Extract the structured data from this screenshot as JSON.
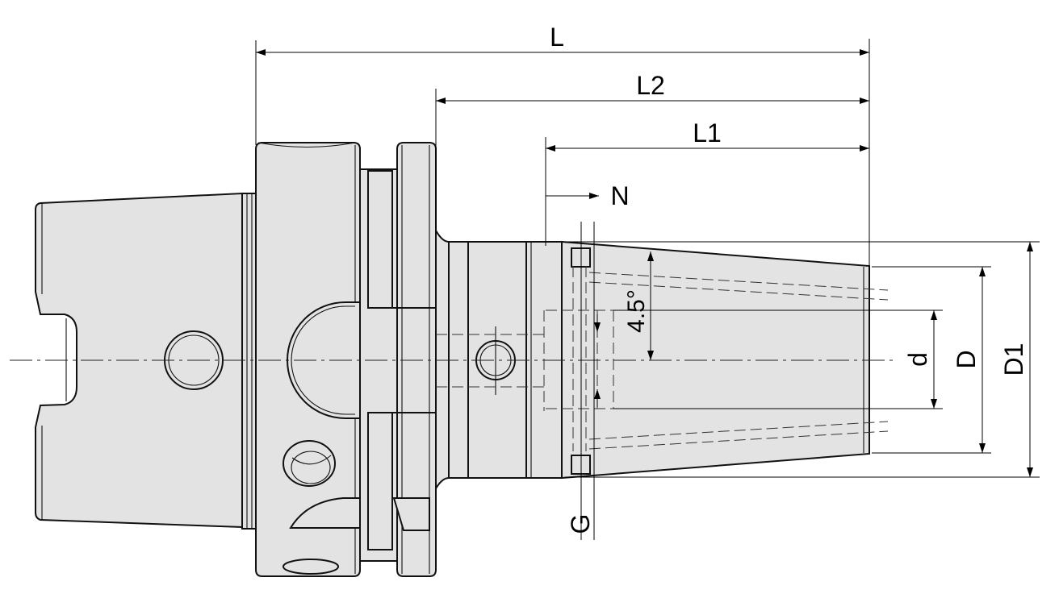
{
  "drawing": {
    "dimensions": {
      "L": "L",
      "L2": "L2",
      "L1": "L1",
      "N": "N",
      "angle": "4.5°",
      "d": "d",
      "D": "D",
      "D1": "D1",
      "G": "G"
    }
  }
}
